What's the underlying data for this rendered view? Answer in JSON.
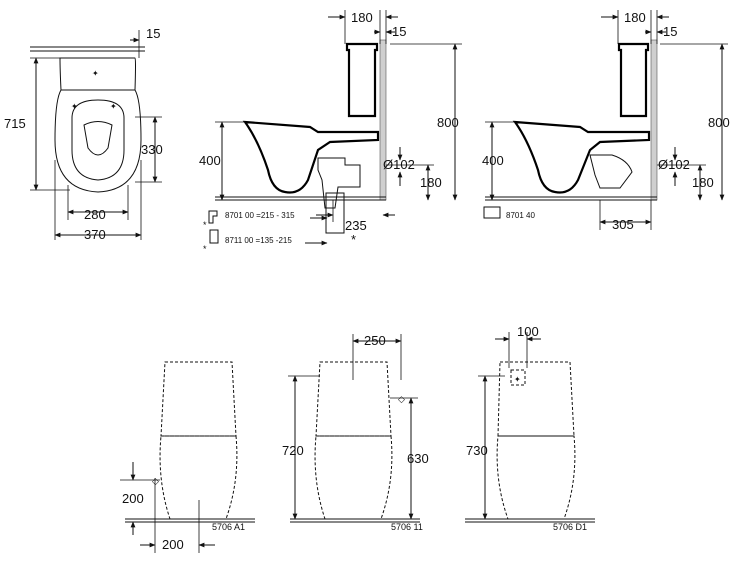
{
  "top_view": {
    "dim_depth": "715",
    "dim_wall": "15",
    "dim_seat": "330",
    "dim_inner_width": "280",
    "dim_width": "370"
  },
  "side_view_1": {
    "dim_tank_depth": "180",
    "dim_wall": "15",
    "dim_total_height": "800",
    "dim_seat_height": "400",
    "dim_pipe_diameter": "Ø102",
    "dim_pipe_height": "180",
    "dim_outlet": "235",
    "outlet_mark": "*",
    "fittings": [
      {
        "marker": "*",
        "text": "8701 00  =215 - 315"
      },
      {
        "marker": "*",
        "text": "8711 00  =135 -215"
      }
    ]
  },
  "side_view_2": {
    "dim_tank_depth": "180",
    "dim_wall": "15",
    "dim_total_height": "800",
    "dim_seat_height": "400",
    "dim_pipe_diameter": "Ø102",
    "dim_pipe_height": "180",
    "dim_outlet": "305",
    "fitting_code": "8701 40"
  },
  "front_views": [
    {
      "code": "5706 A1",
      "dim_height": "200",
      "dim_offset": "200"
    },
    {
      "code": "5706 11",
      "dim_top": "250",
      "dim_height_left": "720",
      "dim_height_right": "630"
    },
    {
      "code": "5706 D1",
      "dim_top": "100",
      "dim_height": "730"
    }
  ]
}
